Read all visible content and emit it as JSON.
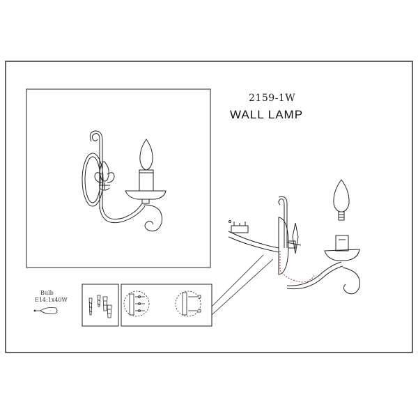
{
  "product": {
    "model_number": "2159-1W",
    "name": "WALL LAMP"
  },
  "bulb": {
    "label": "Bulb",
    "spec": "E14:1x40W"
  },
  "colors": {
    "line": "#222222",
    "accent_wire": "#b03030"
  }
}
